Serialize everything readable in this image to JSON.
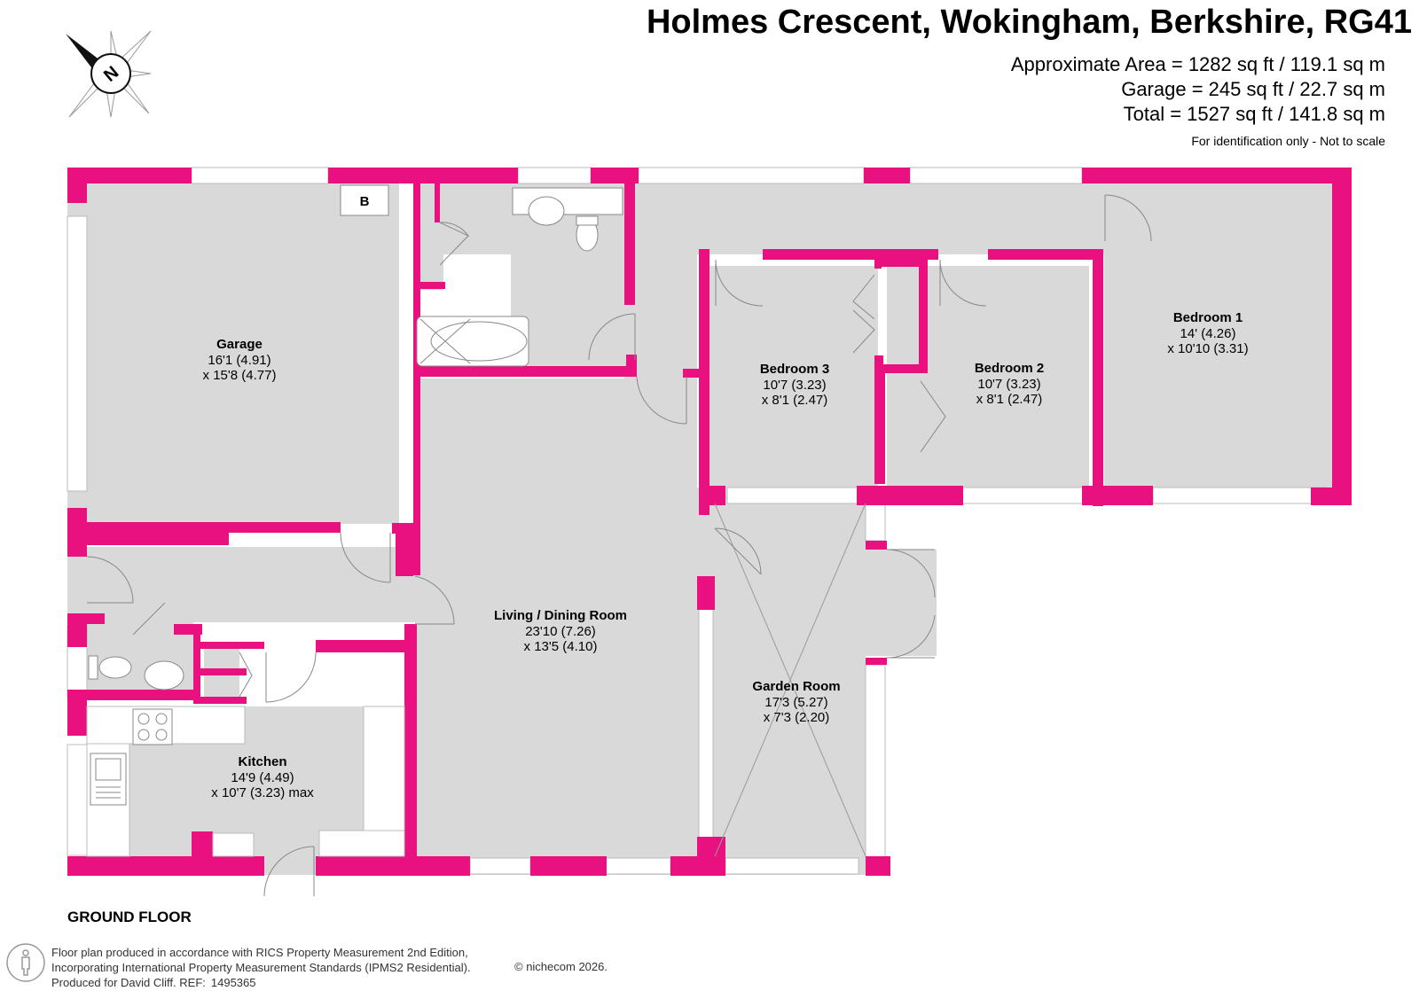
{
  "header": {
    "title": "Holmes Crescent, Wokingham, Berkshire, RG41",
    "area_lines": [
      "Approximate Area = 1282 sq ft / 119.1 sq m",
      "Garage = 245 sq ft / 22.7 sq m",
      "Total = 1527 sq ft / 141.8 sq m"
    ],
    "note": "For identification only - Not to scale"
  },
  "compass": {
    "label": "N",
    "icon": "compass-north-icon"
  },
  "floor_label": "GROUND FLOOR",
  "rooms": {
    "garage": {
      "name": "Garage",
      "dim1": "16'1 (4.91)",
      "dim2": "x 15'8 (4.77)",
      "boiler_label": "B"
    },
    "bedroom1": {
      "name": "Bedroom 1",
      "dim1": "14' (4.26)",
      "dim2": "x 10'10 (3.31)"
    },
    "bedroom2": {
      "name": "Bedroom 2",
      "dim1": "10'7 (3.23)",
      "dim2": "x 8'1 (2.47)"
    },
    "bedroom3": {
      "name": "Bedroom 3",
      "dim1": "10'7 (3.23)",
      "dim2": "x 8'1 (2.47)"
    },
    "living": {
      "name": "Living / Dining Room",
      "dim1": "23'10 (7.26)",
      "dim2": "x 13'5 (4.10)"
    },
    "garden": {
      "name": "Garden Room",
      "dim1": "17'3 (5.27)",
      "dim2": "x 7'3 (2.20)"
    },
    "kitchen": {
      "name": "Kitchen",
      "dim1": "14'9 (4.49)",
      "dim2": "x 10'7 (3.23) max"
    }
  },
  "colors": {
    "wall": "#e8117f",
    "floor": "#d9d9d9",
    "window": "#ffffff",
    "fixture": "#888888"
  },
  "footer": {
    "line1": "Floor plan produced in accordance with RICS Property Measurement 2nd Edition,",
    "line2": "Incorporating International Property Measurement Standards (IPMS2 Residential).",
    "line3": "Produced for David Cliff.  REF:",
    "ref": "1495365",
    "copyright": "© nichecom 2026."
  }
}
